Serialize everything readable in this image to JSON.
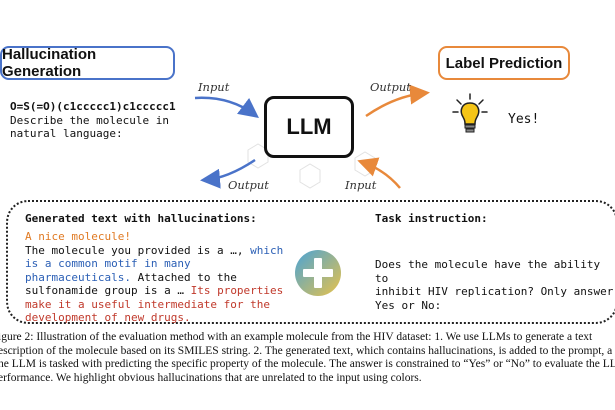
{
  "boxes": {
    "hallucination_generation": "Hallucination Generation",
    "label_prediction": "Label Prediction",
    "llm": "LLM"
  },
  "prompt": {
    "smiles": "O=S(=O)(c1ccccc1)c1ccccc1",
    "line2": "Describe the molecule in",
    "line3": "natural language:"
  },
  "arrows": {
    "input_top": "Input",
    "output_top": "Output",
    "output_bottom": "Output",
    "input_bottom": "Input"
  },
  "prediction": {
    "answer": "Yes!"
  },
  "generated": {
    "heading": "Generated text with hallucinations:",
    "t1": "A nice molecule!",
    "t2": "The molecule you provided is a …, ",
    "t3": "which",
    "t4": "is a common motif in many",
    "t5": "pharmaceuticals.",
    "t6": " Attached to the",
    "t7": "sulfonamide group is a … ",
    "t8": "Its properties",
    "t9": "make it a useful intermediate for the",
    "t10": "development of new drugs."
  },
  "task": {
    "heading": "Task instruction:",
    "line1": "Does the molecule have the ability to",
    "line2": "inhibit HIV replication? Only answer",
    "line3": "Yes or No:"
  },
  "caption": {
    "line1": "igure 2: Illustration of the evaluation method with an example molecule from the HIV dataset: 1. We use LLMs to generate a text",
    "line2": "escription of the molecule based on its SMILES string. 2. The generated text, which contains hallucinations, is added to the prompt, a",
    "line3": "he LLM is tasked with predicting the specific property of the molecule. The answer is constrained to “Yes” or “No” to evaluate the LLM",
    "line4": "erformance. We highlight obvious hallucinations that are unrelated to the input using colors."
  },
  "colors": {
    "blue_box": "#4a73c9",
    "orange_box": "#e8893b",
    "arrow_blue": "#4a73c9",
    "arrow_orange": "#e8893b",
    "bulb_yellow": "#f5c518"
  },
  "icons": [
    "lightbulb-icon",
    "plus-icon"
  ]
}
